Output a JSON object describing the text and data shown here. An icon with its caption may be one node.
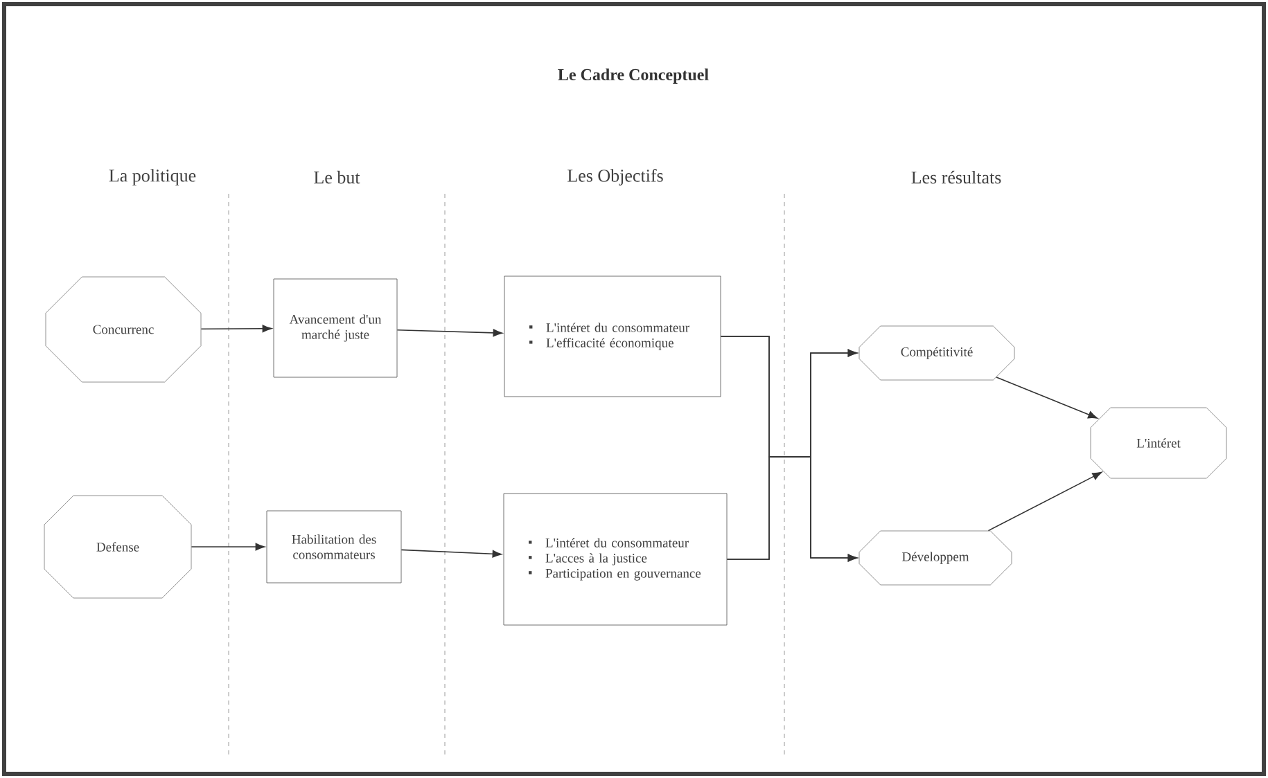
{
  "diagram": {
    "title": "Le Cadre Conceptuel",
    "nodes": [
      {
        "text": [
          "Concurrenc"
        ]
      },
      {
        "text": [
          "Avancement d'un marché juste"
        ]
      },
      {
        "text": [
          "L'intéret du consommateur",
          "L'efficacité économique"
        ]
      },
      {
        "text": [
          "Defense"
        ]
      },
      {
        "text": [
          "Habilitation des consommateurs"
        ]
      },
      {
        "text": [
          "L'intéret du consommateur",
          "L'acces à la justice",
          "Participation en gouvernance"
        ]
      },
      {
        "text": [
          "Compétitivité"
        ]
      },
      {
        "text": [
          "Développem"
        ]
      },
      {
        "text": [
          "L'intéret"
        ]
      }
    ],
    "edges": [
      {
        "from": 0,
        "to": 1,
        "arrow": "to"
      },
      {
        "from": 1,
        "to": 2,
        "arrow": "to"
      },
      {
        "from": 3,
        "to": 4,
        "arrow": "to"
      },
      {
        "from": 4,
        "to": 5,
        "arrow": "to"
      },
      {
        "from": 2,
        "to": 6,
        "arrow": "to"
      },
      {
        "from": 2,
        "to": 7,
        "arrow": "to"
      },
      {
        "from": 5,
        "to": 6,
        "arrow": "to"
      },
      {
        "from": 5,
        "to": 7,
        "arrow": "to"
      },
      {
        "from": 6,
        "to": 8,
        "arrow": "to"
      },
      {
        "from": 7,
        "to": 8,
        "arrow": "to"
      }
    ],
    "labels": [
      "La politique",
      "Le but",
      "Les Objectifs",
      "Les résultats"
    ]
  }
}
